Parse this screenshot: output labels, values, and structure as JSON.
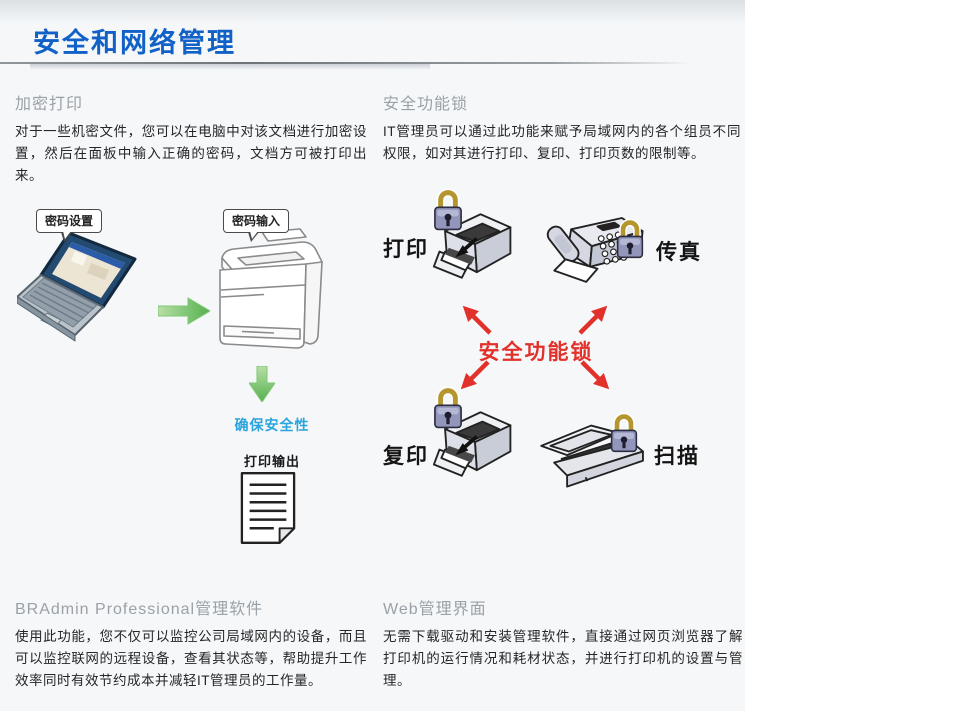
{
  "page": {
    "title": "安全和网络管理"
  },
  "sections": {
    "encrypted_print": {
      "heading": "加密打印",
      "body": "对于一些机密文件，您可以在电脑中对该文档进行加密设置，然后在面板中输入正确的密码，文档方可被打印出来。"
    },
    "secure_lock": {
      "heading": "安全功能锁",
      "body": "IT管理员可以通过此功能来赋予局域网内的各个组员不同权限，如对其进行打印、复印、打印页数的限制等。"
    },
    "bradmin": {
      "heading": "BRAdmin Professional管理软件",
      "body": "使用此功能，您不仅可以监控公司局域网内的设备，而且可以监控联网的远程设备，查看其状态等，帮助提升工作效率同时有效节约成本并减轻IT管理员的工作量。"
    },
    "web_admin": {
      "heading": "Web管理界面",
      "body": "无需下载驱动和安装管理软件，直接通过网页浏览器了解打印机的运行情况和耗材状态，并进行打印机的设置与管理。"
    }
  },
  "diagram_left": {
    "bubble_pc": "密码设置",
    "bubble_printer": "密码输入",
    "secure_caption": "确保安全性",
    "output_caption": "打印输出"
  },
  "diagram_right": {
    "center_label": "安全功能锁",
    "labels": {
      "print": "打印",
      "fax": "传真",
      "copy": "复印",
      "scan": "扫描"
    }
  },
  "colors": {
    "title_blue": "#1161c6",
    "heading_gray": "#9aa1a7",
    "accent_red": "#e2312a",
    "secure_blue": "#2aa4dc",
    "arrow_green": "#5cb550"
  }
}
